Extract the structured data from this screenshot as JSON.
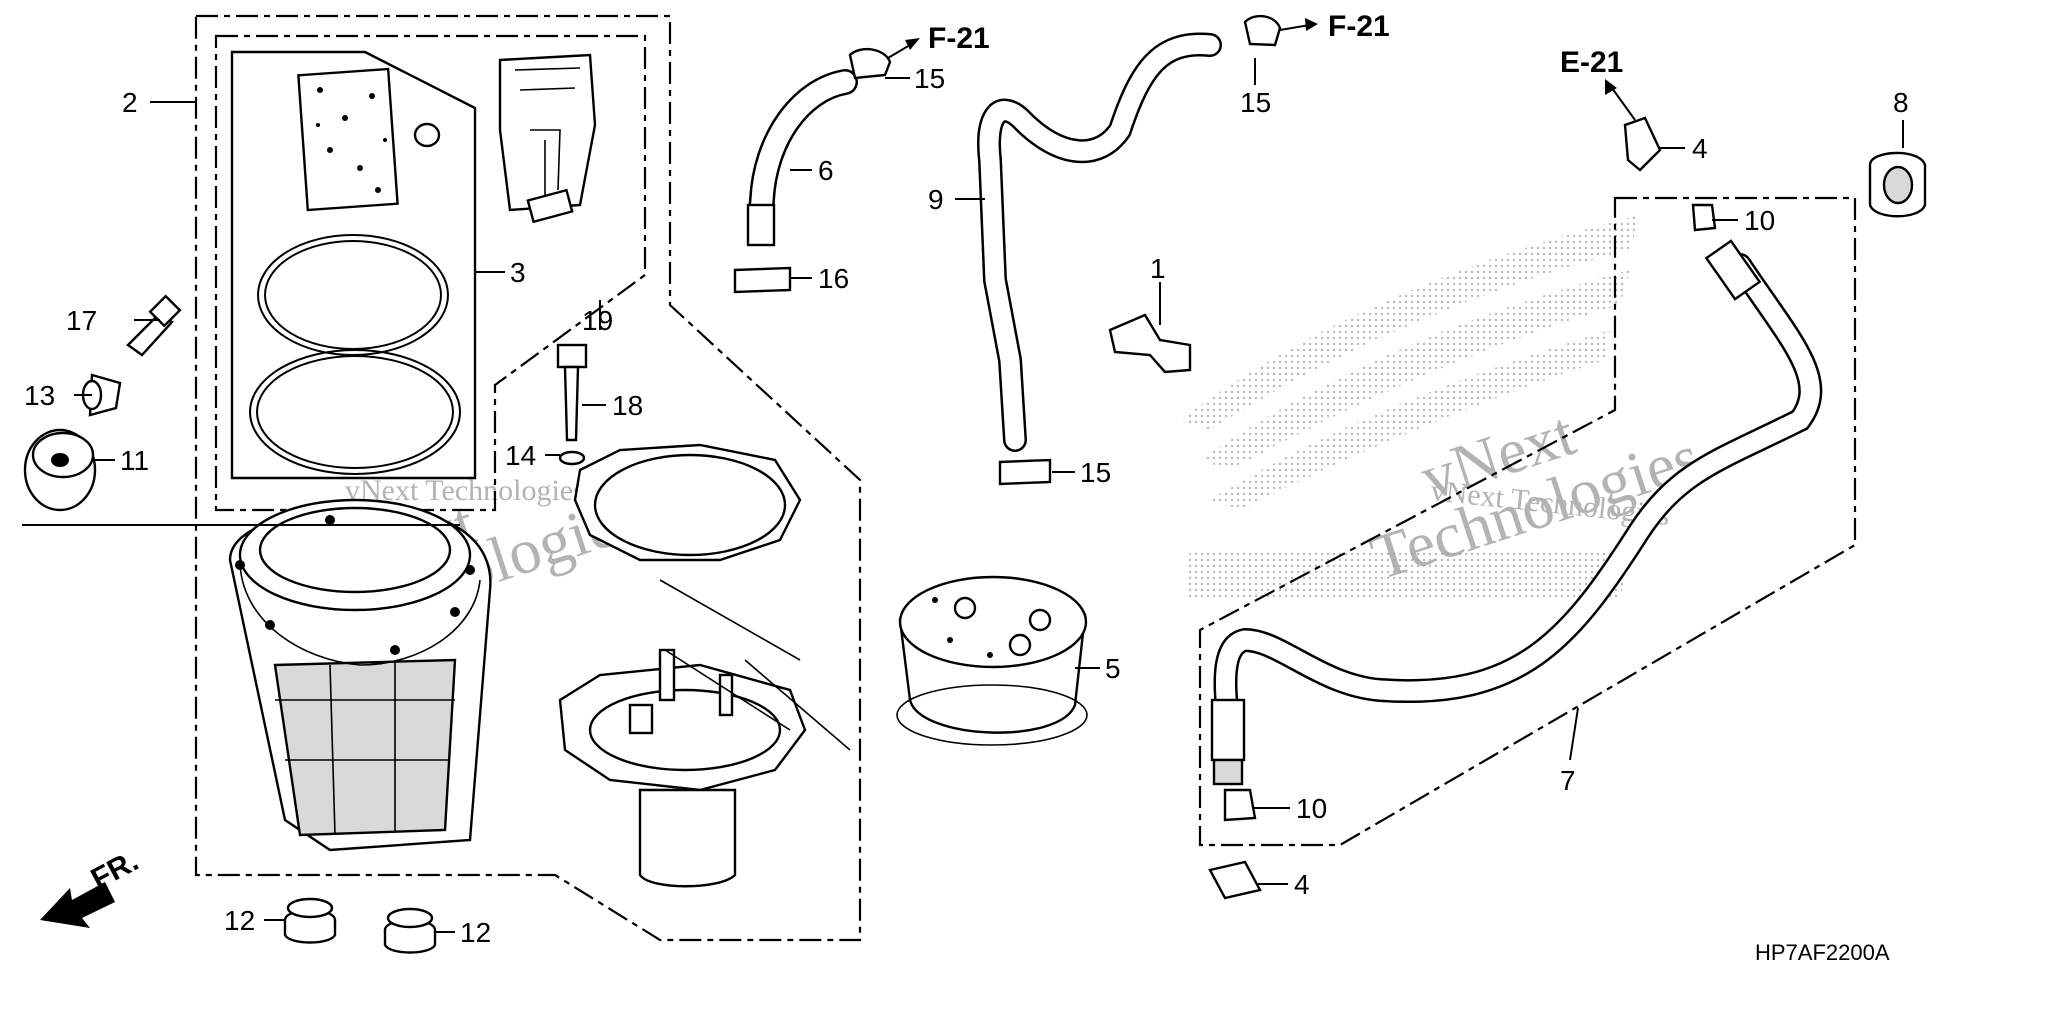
{
  "diagram_code": "HP7AF2200A",
  "front_marker": "FR.",
  "watermark": [
    "vNext",
    "Technologies",
    "vNext Technologies"
  ],
  "references": [
    {
      "text": "F-21"
    },
    {
      "text": "F-21"
    },
    {
      "text": "E-21"
    }
  ],
  "callouts": [
    {
      "num": "1"
    },
    {
      "num": "2"
    },
    {
      "num": "3"
    },
    {
      "num": "4"
    },
    {
      "num": "4"
    },
    {
      "num": "5"
    },
    {
      "num": "6"
    },
    {
      "num": "7"
    },
    {
      "num": "8"
    },
    {
      "num": "9"
    },
    {
      "num": "10"
    },
    {
      "num": "10"
    },
    {
      "num": "11"
    },
    {
      "num": "12"
    },
    {
      "num": "12"
    },
    {
      "num": "13"
    },
    {
      "num": "14"
    },
    {
      "num": "15"
    },
    {
      "num": "15"
    },
    {
      "num": "15"
    },
    {
      "num": "16"
    },
    {
      "num": "17"
    },
    {
      "num": "18"
    },
    {
      "num": "19"
    }
  ]
}
